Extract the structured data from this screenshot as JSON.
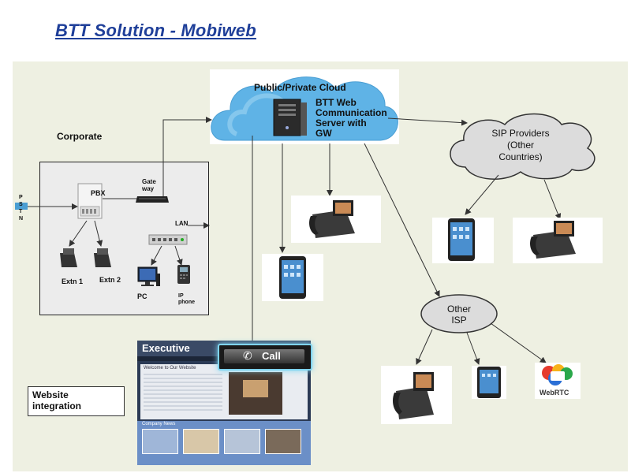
{
  "title": "BTT  Solution -  Mobiweb",
  "cloud": {
    "label": "Public/Private Cloud",
    "server_label": "BTT Web\nCommunication\nServer with\nGW"
  },
  "corporate": {
    "label": "Corporate",
    "pbx_label": "PBX",
    "gateway_label": "Gate\nway",
    "lan_label": "LAN",
    "pstn_label": "P\nS\nT\nN",
    "ext1_label": "Extn 1",
    "ext2_label": "Extn 2",
    "pc_label": "PC",
    "ipphone_label": "IP\nphone"
  },
  "sip": {
    "label": "SIP Providers\n(Other\nCountries)"
  },
  "isp": {
    "label": "Other\nISP"
  },
  "website_label": "Website\nintegration",
  "webrtc_label": "WebRTC",
  "website": {
    "site_title": "Executive",
    "welcome": "Welcome to Our Website",
    "call_label": "Call",
    "section_title": "Company News"
  },
  "colors": {
    "title": "#1f3f99",
    "canvas": "#eef0e2",
    "cloud_blue": "#5fb3e6",
    "cloud_grey": "#dcdcdc",
    "line": "#333333"
  }
}
